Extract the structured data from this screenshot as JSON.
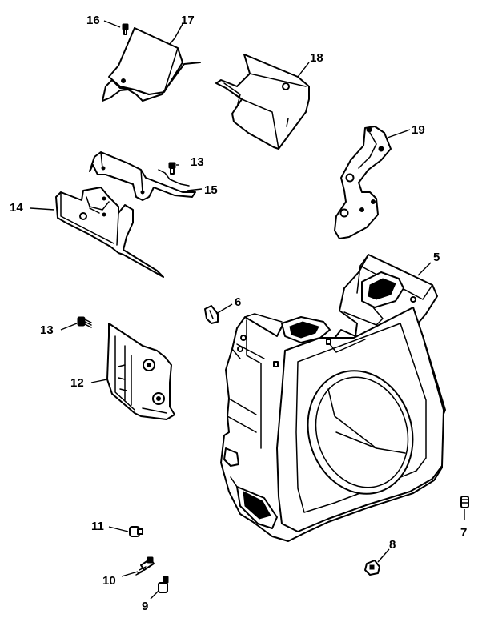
{
  "callouts": {
    "c5": "5",
    "c6": "6",
    "c7": "7",
    "c8": "8",
    "c9": "9",
    "c10": "10",
    "c11": "11",
    "c12": "12",
    "c13a": "13",
    "c13b": "13",
    "c14": "14",
    "c15": "15",
    "c16": "16",
    "c17": "17",
    "c18": "18",
    "c19": "19"
  }
}
